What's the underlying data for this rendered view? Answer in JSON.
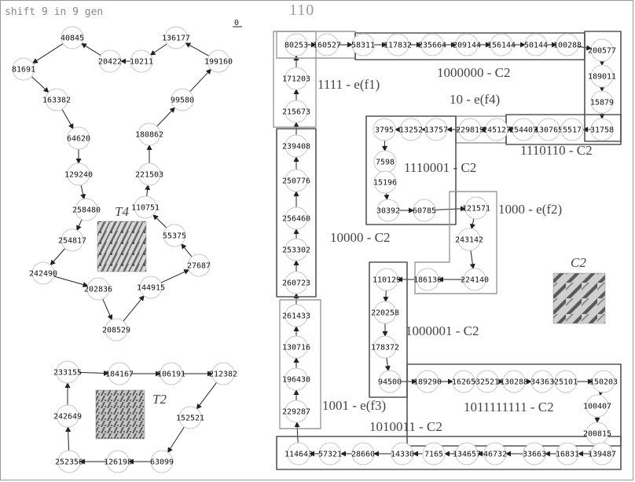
{
  "header": {
    "text": "shift 9 in 9 gen",
    "count": "110",
    "marker_value": "0"
  },
  "graph_t4": {
    "label": "T4",
    "nodes": [
      {
        "id": "40845",
        "label": "40845"
      },
      {
        "id": "136177",
        "label": "136177"
      },
      {
        "id": "81691",
        "label": "81691"
      },
      {
        "id": "20422",
        "label": "20422"
      },
      {
        "id": "10211",
        "label": "10211"
      },
      {
        "id": "199160",
        "label": "199160"
      },
      {
        "id": "163382",
        "label": "163382"
      },
      {
        "id": "99580",
        "label": "99580"
      },
      {
        "id": "64620",
        "label": "64620"
      },
      {
        "id": "180862",
        "label": "180862"
      },
      {
        "id": "129240",
        "label": "129240"
      },
      {
        "id": "221503",
        "label": "221503"
      },
      {
        "id": "258480",
        "label": "258480"
      },
      {
        "id": "110751",
        "label": "110751"
      },
      {
        "id": "254817",
        "label": "254817"
      },
      {
        "id": "55375",
        "label": "55375"
      },
      {
        "id": "27687",
        "label": "27687"
      },
      {
        "id": "242490",
        "label": "242490"
      },
      {
        "id": "202836",
        "label": "202836"
      },
      {
        "id": "144915",
        "label": "144915"
      },
      {
        "id": "208529",
        "label": "208529"
      }
    ]
  },
  "graph_t2": {
    "label": "T2",
    "nodes": [
      {
        "id": "233155",
        "label": "233155"
      },
      {
        "id": "184167",
        "label": "184167"
      },
      {
        "id": "106191",
        "label": "106191"
      },
      {
        "id": "212382",
        "label": "212382"
      },
      {
        "id": "242649",
        "label": "242649"
      },
      {
        "id": "152521",
        "label": "152521"
      },
      {
        "id": "252356",
        "label": "252356"
      },
      {
        "id": "126198",
        "label": "126198"
      },
      {
        "id": "63099",
        "label": "63099"
      }
    ]
  },
  "graph_c2": {
    "label": "C2",
    "groups": [
      {
        "label": "1111 - e(f1)"
      },
      {
        "label": "1000000 - C2"
      },
      {
        "label": "10 - e(f4)"
      },
      {
        "label": "1110001 - C2"
      },
      {
        "label": "1110110 - C2"
      },
      {
        "label": "1000 - e(f2)"
      },
      {
        "label": "10000 - C2"
      },
      {
        "label": "1000001 - C2"
      },
      {
        "label": "1001 - e(f3)"
      },
      {
        "label": "1011111111 - C2"
      },
      {
        "label": "1010011 - C2"
      }
    ],
    "nodes": [
      {
        "id": "80253",
        "label": "80253"
      },
      {
        "id": "160527",
        "label": "160527"
      },
      {
        "id": "58311",
        "label": "58311"
      },
      {
        "id": "117832",
        "label": "117832"
      },
      {
        "id": "235664",
        "label": "235664"
      },
      {
        "id": "209144",
        "label": "209144"
      },
      {
        "id": "156144",
        "label": "156144"
      },
      {
        "id": "50144",
        "label": "50144"
      },
      {
        "id": "100288",
        "label": "100288"
      },
      {
        "id": "200577",
        "label": "200577"
      },
      {
        "id": "171203",
        "label": "171203"
      },
      {
        "id": "189011",
        "label": "189011"
      },
      {
        "id": "215673",
        "label": "215673"
      },
      {
        "id": "15879",
        "label": "15879"
      },
      {
        "id": "3795",
        "label": "3795"
      },
      {
        "id": "13252",
        "label": "13252"
      },
      {
        "id": "13757",
        "label": "13757"
      },
      {
        "id": "229819",
        "label": "229819"
      },
      {
        "id": "245127",
        "label": "245127"
      },
      {
        "id": "254407",
        "label": "254407"
      },
      {
        "id": "130765",
        "label": "130765"
      },
      {
        "id": "5517",
        "label": "5517"
      },
      {
        "id": "31758",
        "label": "31758"
      },
      {
        "id": "239408",
        "label": "239408"
      },
      {
        "id": "7598",
        "label": "7598"
      },
      {
        "id": "15196",
        "label": "15196"
      },
      {
        "id": "250776",
        "label": "250776"
      },
      {
        "id": "30392",
        "label": "30392"
      },
      {
        "id": "60785",
        "label": "60785"
      },
      {
        "id": "121571",
        "label": "121571"
      },
      {
        "id": "256460",
        "label": "256460"
      },
      {
        "id": "243142",
        "label": "243142"
      },
      {
        "id": "253302",
        "label": "253302"
      },
      {
        "id": "260723",
        "label": "260723"
      },
      {
        "id": "110129",
        "label": "110129"
      },
      {
        "id": "186136",
        "label": "186136"
      },
      {
        "id": "224140",
        "label": "224140"
      },
      {
        "id": "261433",
        "label": "261433"
      },
      {
        "id": "220258",
        "label": "220258"
      },
      {
        "id": "130716",
        "label": "130716"
      },
      {
        "id": "178372",
        "label": "178372"
      },
      {
        "id": "196430",
        "label": "196430"
      },
      {
        "id": "94500",
        "label": "94500"
      },
      {
        "id": "189290",
        "label": "189290"
      },
      {
        "id": "16265",
        "label": "16265"
      },
      {
        "id": "32521",
        "label": "32521"
      },
      {
        "id": "130288",
        "label": "130288"
      },
      {
        "id": "34363",
        "label": "34363"
      },
      {
        "id": "25101",
        "label": "25101"
      },
      {
        "id": "150203",
        "label": "150203"
      },
      {
        "id": "229287",
        "label": "229287"
      },
      {
        "id": "100407",
        "label": "100407"
      },
      {
        "id": "200815",
        "label": "200815"
      },
      {
        "id": "114643",
        "label": "114643"
      },
      {
        "id": "57321",
        "label": "57321"
      },
      {
        "id": "28660",
        "label": "28660"
      },
      {
        "id": "14330",
        "label": "14330"
      },
      {
        "id": "7165",
        "label": "7165"
      },
      {
        "id": "134657",
        "label": "134657"
      },
      {
        "id": "46732",
        "label": "46732"
      },
      {
        "id": "33663",
        "label": "33663"
      },
      {
        "id": "16831",
        "label": "16831"
      },
      {
        "id": "139487",
        "label": "139487"
      }
    ]
  }
}
